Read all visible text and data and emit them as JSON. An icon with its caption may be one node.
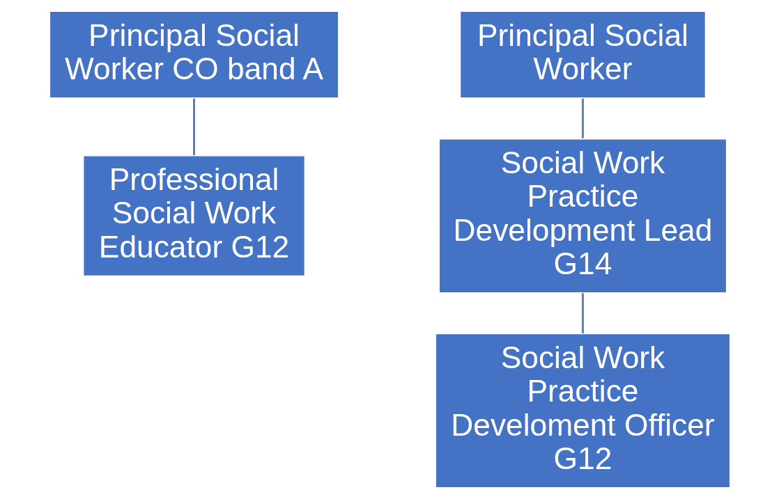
{
  "diagram": {
    "nodes": [
      {
        "text": [
          "Principal Social Worker CO band A"
        ]
      },
      {
        "text": [
          "Professional Social Work Educator G12"
        ]
      },
      {
        "text": [
          "Principal Social Worker"
        ]
      },
      {
        "text": [
          "Social Work Practice Development Lead G14"
        ]
      },
      {
        "text": [
          "Social Work Practice Develoment Officer G12"
        ]
      }
    ],
    "edges": [
      {
        "from": 0,
        "to": 1,
        "arrow": "none"
      },
      {
        "from": 2,
        "to": 3,
        "arrow": "none"
      },
      {
        "from": 3,
        "to": 4,
        "arrow": "none"
      }
    ]
  }
}
